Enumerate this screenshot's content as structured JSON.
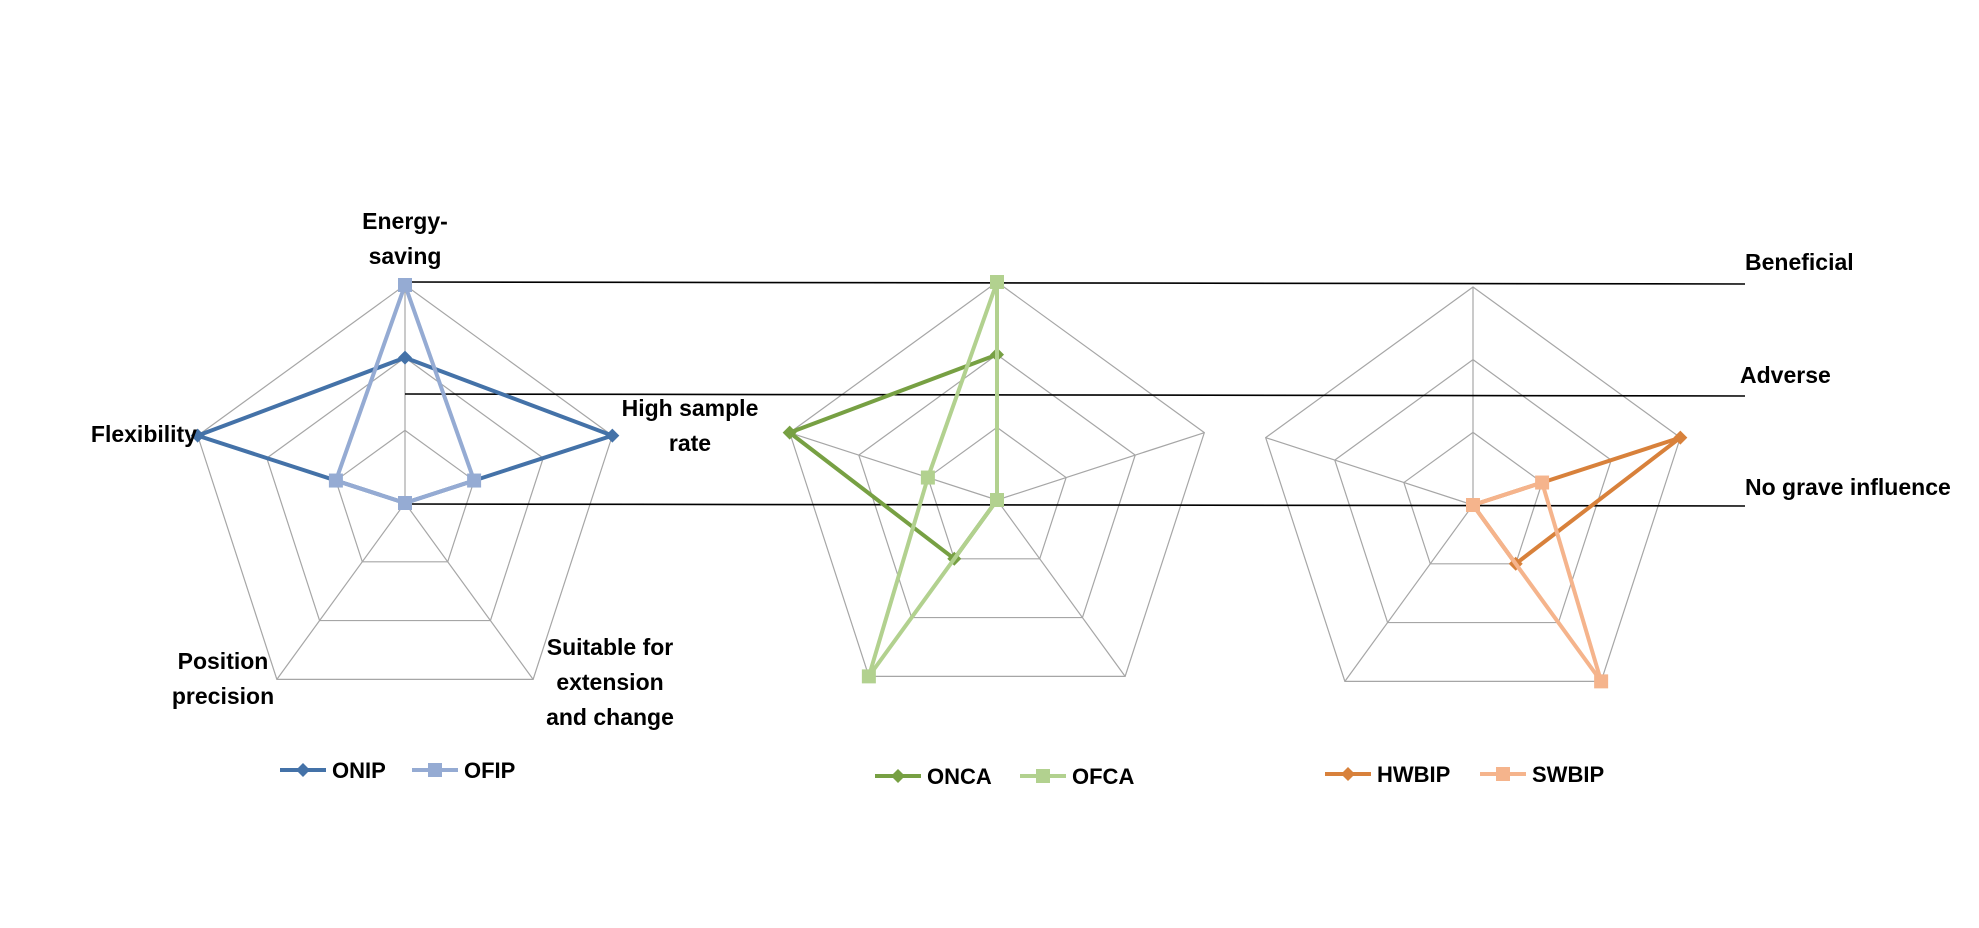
{
  "level_labels": [
    "Beneficial",
    "Adverse",
    "No grave influence"
  ],
  "colors": {
    "ONIP": "#4472a8",
    "OFIP": "#95abd3",
    "ONCA": "#77a043",
    "OFCA": "#b2d18f",
    "HWBIP": "#d8813b",
    "SWBIP": "#f5b48c",
    "grid": "#a6a6a6",
    "guide": "#000000"
  },
  "chart_data": [
    {
      "type": "radar",
      "axes": [
        "Energy-saving",
        "High sample rate",
        "Suitable for extension and change",
        "Position precision",
        "Flexibility"
      ],
      "axis_label_lines": [
        [
          "Energy-",
          "saving"
        ],
        [
          "High sample",
          "rate"
        ],
        [
          "Suitable for",
          "extension",
          "and change"
        ],
        [
          "Position",
          "precision"
        ],
        [
          "Flexibility"
        ]
      ],
      "rlim": [
        0,
        3
      ],
      "series": [
        {
          "name": "ONIP",
          "marker": "diamond",
          "values": [
            2,
            3,
            0,
            0,
            3
          ]
        },
        {
          "name": "OFIP",
          "marker": "square",
          "values": [
            3,
            1,
            0,
            0,
            1
          ]
        }
      ],
      "legend": "bottom"
    },
    {
      "type": "radar",
      "axes": [
        "",
        "",
        "",
        "",
        ""
      ],
      "rlim": [
        0,
        3
      ],
      "series": [
        {
          "name": "ONCA",
          "marker": "diamond",
          "values": [
            2,
            0,
            0,
            1,
            3
          ]
        },
        {
          "name": "OFCA",
          "marker": "square",
          "values": [
            3,
            0,
            0,
            3,
            1
          ]
        }
      ],
      "legend": "bottom"
    },
    {
      "type": "radar",
      "axes": [
        "",
        "",
        "",
        "",
        ""
      ],
      "rlim": [
        0,
        3
      ],
      "series": [
        {
          "name": "HWBIP",
          "marker": "diamond",
          "values": [
            0,
            3,
            1,
            0,
            0
          ]
        },
        {
          "name": "SWBIP",
          "marker": "square",
          "values": [
            0,
            1,
            3,
            0,
            0
          ]
        }
      ],
      "legend": "bottom"
    }
  ]
}
